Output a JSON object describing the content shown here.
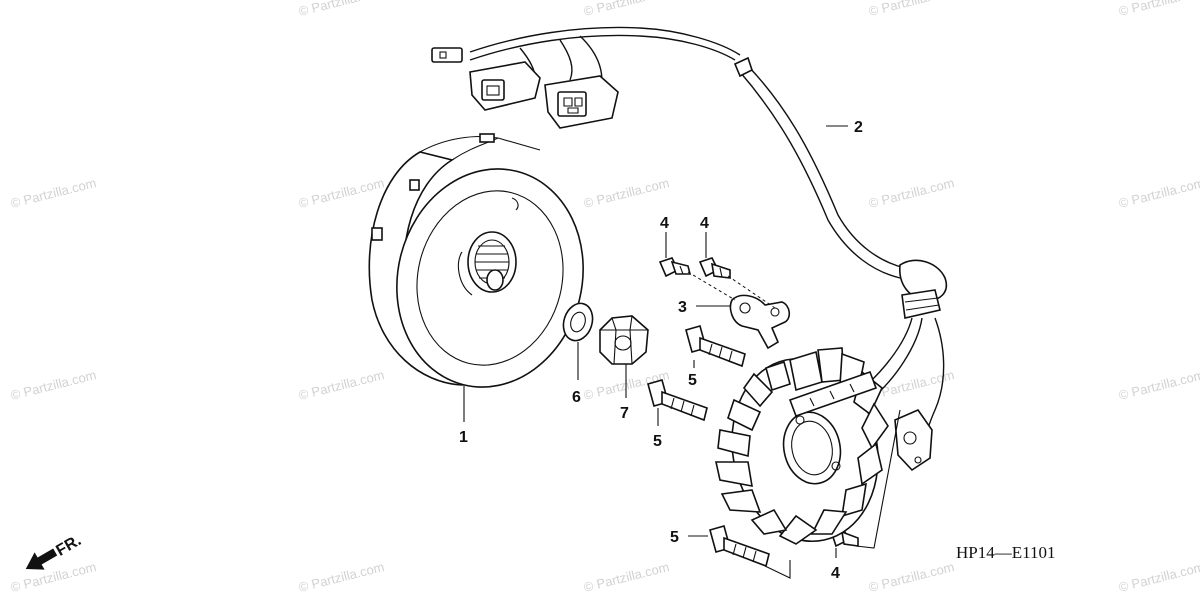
{
  "diagram_code": "HP14—E1101",
  "direction_label": "FR.",
  "watermark": "© Partzilla.com",
  "callouts": [
    "1",
    "2",
    "3",
    "4",
    "4",
    "4",
    "5",
    "5",
    "5",
    "6",
    "7"
  ],
  "colors": {
    "ink": "#111111",
    "watermark": "#d2d2d2",
    "background": "#ffffff"
  }
}
